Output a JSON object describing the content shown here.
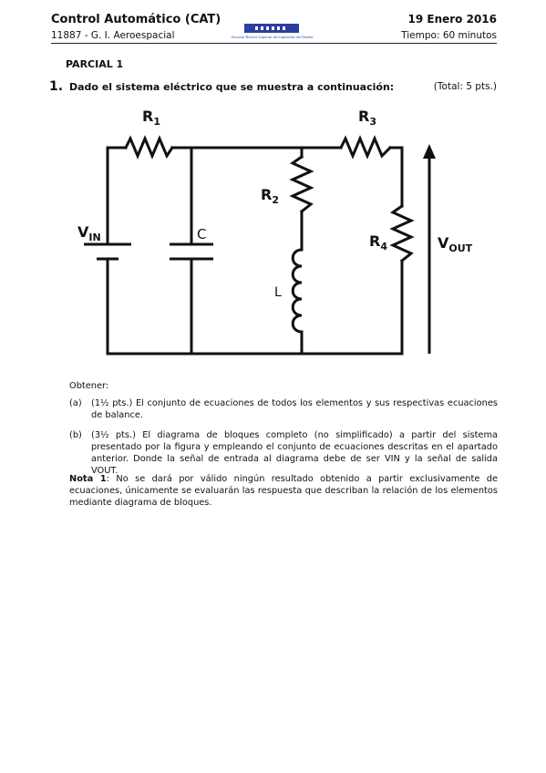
{
  "header": {
    "course_title": "Control Automático (CAT)",
    "course_code": "11887 - G. I. Aeroespacial",
    "date": "19 Enero 2016",
    "time": "Tiempo: 60 minutos",
    "logo_text": "Escuela Técnica Superior de Ingeniería del Diseño"
  },
  "exam": {
    "section": "PARCIAL 1",
    "question_number": "1.",
    "question_text": "Dado el sistema eléctrico que se muestra a continuación:",
    "total": "(Total: 5 pts.)"
  },
  "circuit": {
    "labels": {
      "r1": "R1",
      "r2": "R2",
      "r3": "R3",
      "r4": "R4",
      "c": "C",
      "l": "L",
      "vin": "VIN",
      "vout": "VOUT"
    }
  },
  "tasks": {
    "intro": "Obtener:",
    "a_label": "(a)",
    "a_text": "(1½ pts.) El conjunto de ecuaciones de todos los elementos y sus respectivas ecuaciones de balance.",
    "b_label": "(b)",
    "b_text": "(3½ pts.) El diagrama de bloques completo (no simplificado) a partir del sistema presentado por la figura y empleando el conjunto de ecuaciones descritas en el apartado anterior. Donde la señal de entrada al diagrama debe de ser VIN y la señal de salida VOUT.",
    "note_label": "Nota 1",
    "note_text": ": No se dará por válido ningún resultado obtenido a partir exclusivamente de ecuaciones, únicamente se evaluarán las respuesta que describan la relación de los elementos mediante diagrama de bloques."
  }
}
